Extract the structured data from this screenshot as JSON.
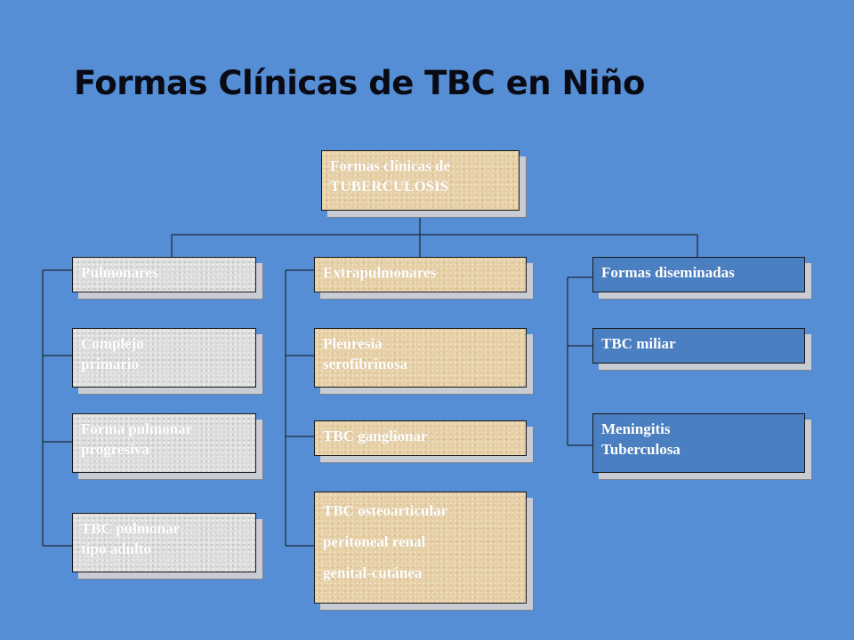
{
  "title": "Formas Clínicas de TBC en Niño",
  "colors": {
    "background": "#558ed5",
    "sand_box": "#e6cfa4",
    "gray_box": "#dcdcdc",
    "blue_box": "#4a7fc1",
    "connector": "#111111"
  },
  "diagram": {
    "root": {
      "lines": [
        "Formas clínicas de",
        "TUBERCULOSIS"
      ]
    },
    "columns": [
      {
        "header": {
          "lines": [
            "Pulmonares"
          ]
        },
        "items": [
          {
            "lines": [
              "Complejo",
              "primario"
            ]
          },
          {
            "lines": [
              "Forma pulmonar",
              "progresiva"
            ]
          },
          {
            "lines": [
              "TBC pulmonar",
              "tipo adulto"
            ]
          }
        ]
      },
      {
        "header": {
          "lines": [
            "Extrapulmonares"
          ]
        },
        "items": [
          {
            "lines": [
              "Pleuresia",
              "serofibrinosa"
            ]
          },
          {
            "lines": [
              "TBC ganglionar"
            ]
          },
          {
            "lines": [
              "TBC osteoarticular",
              "peritoneal renal",
              "genital-cutánea"
            ]
          }
        ]
      },
      {
        "header": {
          "lines": [
            "Formas diseminadas"
          ]
        },
        "items": [
          {
            "lines": [
              "TBC miliar"
            ]
          },
          {
            "lines": [
              "Meningitis",
              "Tuberculosa"
            ]
          }
        ]
      }
    ]
  }
}
